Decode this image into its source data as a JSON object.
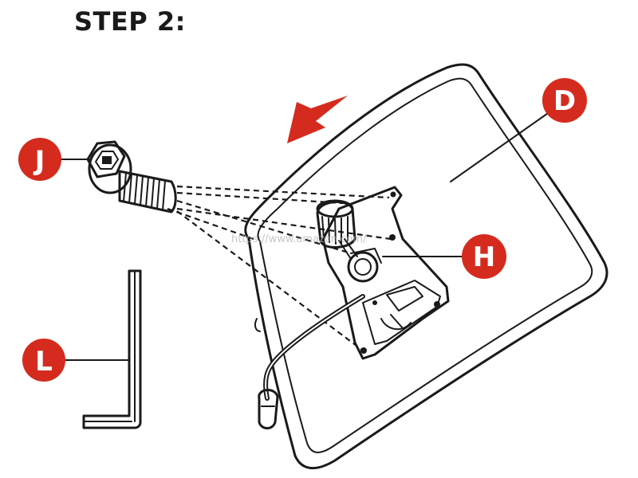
{
  "title": "STEP 2:",
  "colors": {
    "callout": "#d52b1e",
    "arrow": "#d52b1e",
    "line": "#1a1a1a"
  },
  "callouts": {
    "bolt": "J",
    "seat": "D",
    "mechanism": "H",
    "allen_key": "L"
  },
  "watermark": "https://www.amazon.com/"
}
